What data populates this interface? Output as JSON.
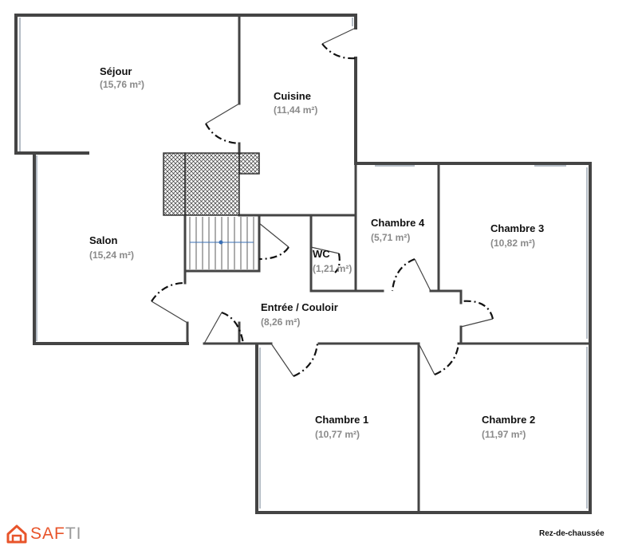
{
  "plan": {
    "level_label": "Rez-de-chaussée",
    "rooms": [
      {
        "id": "sejour",
        "name": "Séjour",
        "area": "(15,76 m²)"
      },
      {
        "id": "cuisine",
        "name": "Cuisine",
        "area": "(11,44 m²)"
      },
      {
        "id": "salon",
        "name": "Salon",
        "area": "(15,24 m²)"
      },
      {
        "id": "chambre4",
        "name": "Chambre 4",
        "area": "(5,71 m²)"
      },
      {
        "id": "chambre3",
        "name": "Chambre 3",
        "area": "(10,82 m²)"
      },
      {
        "id": "wc",
        "name": "WC",
        "area": "(1,21 m²)"
      },
      {
        "id": "entree",
        "name": "Entrée / Couloir",
        "area": "(8,26 m²)"
      },
      {
        "id": "chambre1",
        "name": "Chambre 1",
        "area": "(10,77 m²)"
      },
      {
        "id": "chambre2",
        "name": "Chambre 2",
        "area": "(11,97 m²)"
      }
    ]
  },
  "branding": {
    "logo_text": "SAFTI",
    "colors": {
      "brand_orange": "#e8542a",
      "brand_grey": "#9a9a9a",
      "wall": "#444444",
      "label_grey": "#8a8a8a"
    }
  }
}
